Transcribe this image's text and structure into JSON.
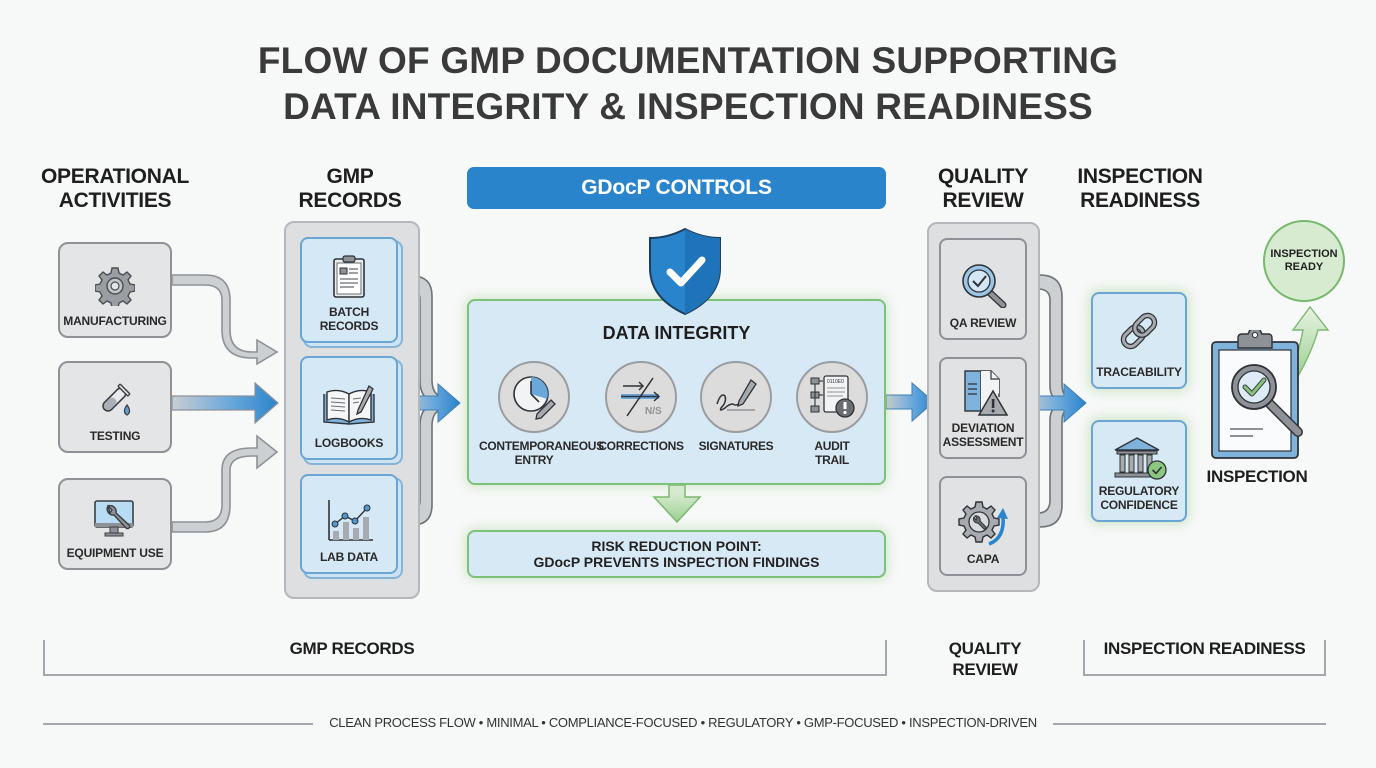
{
  "title": {
    "line1": "FLOW OF GMP DOCUMENTATION SUPPORTING",
    "line2": "DATA INTEGRITY & INSPECTION READINESS"
  },
  "columns": {
    "operational": {
      "line1": "OPERATIONAL",
      "line2": "ACTIVITIES"
    },
    "gmp_records": {
      "line1": "GMP",
      "line2": "RECORDS"
    },
    "quality_review": {
      "line1": "QUALITY",
      "line2": "REVIEW"
    },
    "inspection_readiness": {
      "line1": "INSPECTION",
      "line2": "READINESS"
    }
  },
  "operational_activities": [
    {
      "label": "MANUFACTURING",
      "icon": "gear-icon"
    },
    {
      "label": "TESTING",
      "icon": "test-tube-icon"
    },
    {
      "label": "EQUIPMENT USE",
      "icon": "monitor-wrench-icon"
    }
  ],
  "gmp_records": [
    {
      "line1": "BATCH",
      "line2": "RECORDS",
      "icon": "clipboard-icon"
    },
    {
      "line1": "LOGBOOKS",
      "line2": "",
      "icon": "open-book-icon"
    },
    {
      "line1": "LAB DATA",
      "line2": "",
      "icon": "chart-icon"
    }
  ],
  "gdocp": {
    "banner": "GDocP CONTROLS",
    "shield_icon": "shield-check-icon",
    "data_integrity_title": "DATA INTEGRITY",
    "items": [
      {
        "line1": "CONTEMPORANEOUS",
        "line2": "ENTRY",
        "icon": "clock-pencil-icon"
      },
      {
        "line1": "CORRECTIONS",
        "line2": "",
        "icon": "strikethrough-icon",
        "icon_text": "N/S"
      },
      {
        "line1": "SIGNATURES",
        "line2": "",
        "icon": "signature-icon"
      },
      {
        "line1": "AUDIT",
        "line2": "TRAIL",
        "icon": "audit-trail-icon",
        "icon_text": "0110E0"
      }
    ],
    "risk": {
      "line1": "RISK REDUCTION POINT:",
      "line2": "GDocP PREVENTS INSPECTION FINDINGS"
    }
  },
  "quality_review": [
    {
      "line1": "QA REVIEW",
      "line2": "",
      "icon": "magnifier-check-icon"
    },
    {
      "line1": "DEVIATION",
      "line2": "ASSESSMENT",
      "icon": "document-warning-icon"
    },
    {
      "line1": "CAPA",
      "line2": "",
      "icon": "gear-wrench-icon"
    }
  ],
  "inspection_readiness": [
    {
      "line1": "TRACEABILITY",
      "line2": "",
      "icon": "chain-link-icon"
    },
    {
      "line1": "REGULATORY",
      "line2": "CONFIDENCE",
      "icon": "institution-check-icon"
    }
  ],
  "inspection": {
    "label": "INSPECTION",
    "icon": "clipboard-magnifier-icon",
    "ready": {
      "line1": "INSPECTION",
      "line2": "READY"
    }
  },
  "brackets": {
    "gmp_records": "GMP RECORDS",
    "quality_review": {
      "line1": "QUALITY",
      "line2": "REVIEW"
    },
    "inspection_readiness": "INSPECTION READINESS"
  },
  "footer": "CLEAN PROCESS FLOW • MINIMAL • COMPLIANCE-FOCUSED • REGULATORY • GMP-FOCUSED • INSPECTION-DRIVEN",
  "colors": {
    "primary_blue": "#2a84cc",
    "green_accent": "#7cc07a",
    "card_blue": "#d8e9f6",
    "card_gray": "#e4e5e6"
  }
}
